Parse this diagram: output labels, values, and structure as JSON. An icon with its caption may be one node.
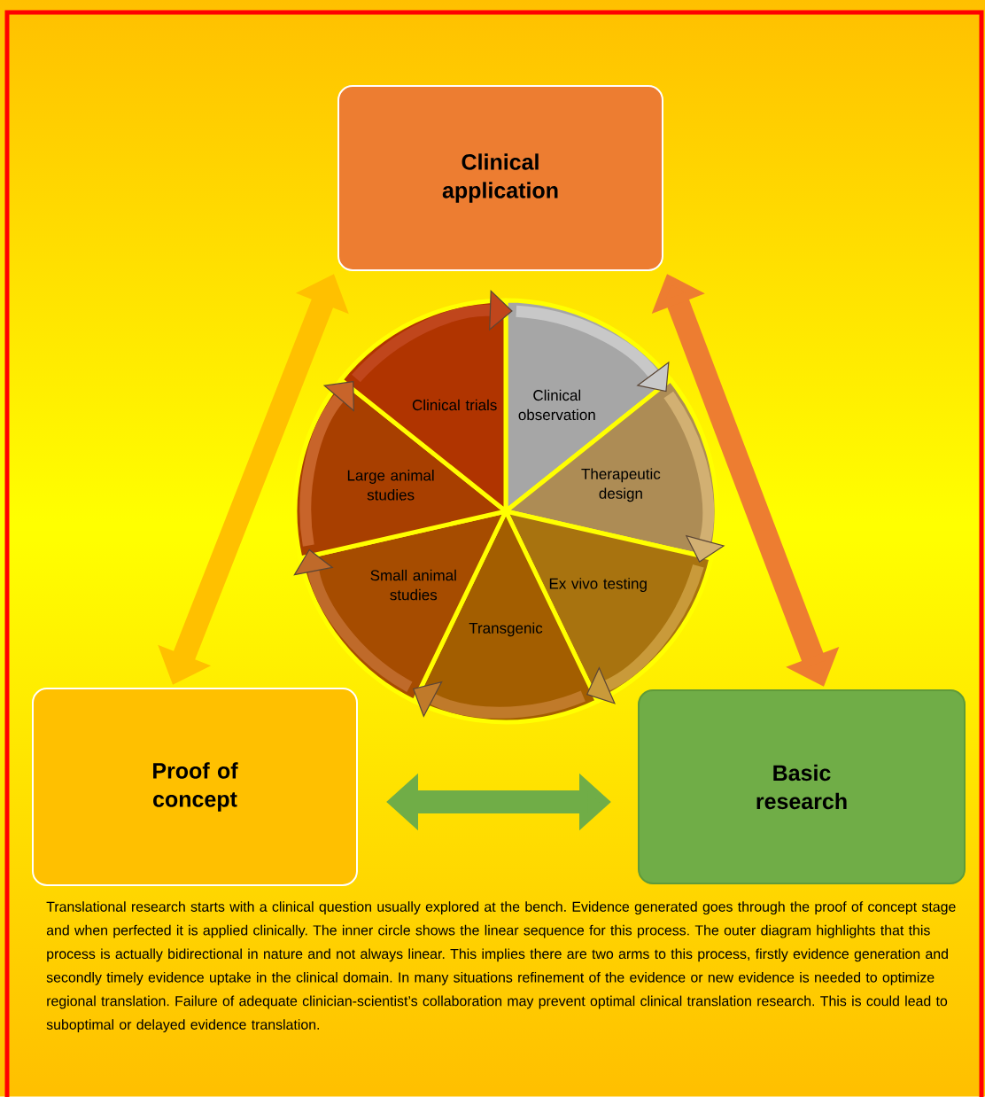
{
  "diagram": {
    "caption": "Translational research starts with a clinical question usually explored at the bench. Evidence generated goes through the proof of concept stage and when perfected it is applied clinically. The inner circle shows the linear sequence for this process. The outer diagram highlights that this process is actually bidirectional in nature and not always linear. This implies there are two arms to this process, firstly evidence generation and secondly timely evidence uptake in the clinical domain. In many situations refinement of the evidence or new evidence is needed to optimize regional translation. Failure of adequate clinician-scientist’s collaboration may prevent optimal clinical translation research. This is could lead to suboptimal or delayed evidence translation.",
    "nodes": [
      {
        "text": [
          "Clinical application"
        ]
      },
      {
        "text": [
          "Proof of concept"
        ]
      },
      {
        "text": [
          "Basic research"
        ]
      },
      {
        "text": [
          "Clinical observation"
        ]
      },
      {
        "text": [
          "Therapeutic design"
        ]
      },
      {
        "text": [
          "Ex vivo testing"
        ]
      },
      {
        "text": [
          "Transgenic"
        ]
      },
      {
        "text": [
          "Small animal studies"
        ]
      },
      {
        "text": [
          "Large animal studies"
        ]
      },
      {
        "text": [
          "Clinical trials"
        ]
      }
    ],
    "edges": [
      {
        "from": 0,
        "to": 1,
        "arrow": "both",
        "style": "thick",
        "color": "#ffc000"
      },
      {
        "from": 0,
        "to": 2,
        "arrow": "both",
        "style": "thick",
        "color": "#ed7d31"
      },
      {
        "from": 1,
        "to": 2,
        "arrow": "both",
        "style": "thick",
        "color": "#70ad47"
      },
      {
        "from": 3,
        "to": 4,
        "arrow": "to",
        "color": "#c8c8c8"
      },
      {
        "from": 4,
        "to": 5,
        "arrow": "to",
        "color": "#d2b072"
      },
      {
        "from": 5,
        "to": 6,
        "arrow": "to",
        "color": "#c99a3a"
      },
      {
        "from": 6,
        "to": 7,
        "arrow": "to",
        "color": "#c07a2a"
      },
      {
        "from": 7,
        "to": 8,
        "arrow": "to",
        "color": "#bf6a2a"
      },
      {
        "from": 8,
        "to": 9,
        "arrow": "to",
        "color": "#c8642a"
      },
      {
        "from": 9,
        "to": 3,
        "arrow": "to",
        "color": "#c0461c"
      }
    ]
  }
}
